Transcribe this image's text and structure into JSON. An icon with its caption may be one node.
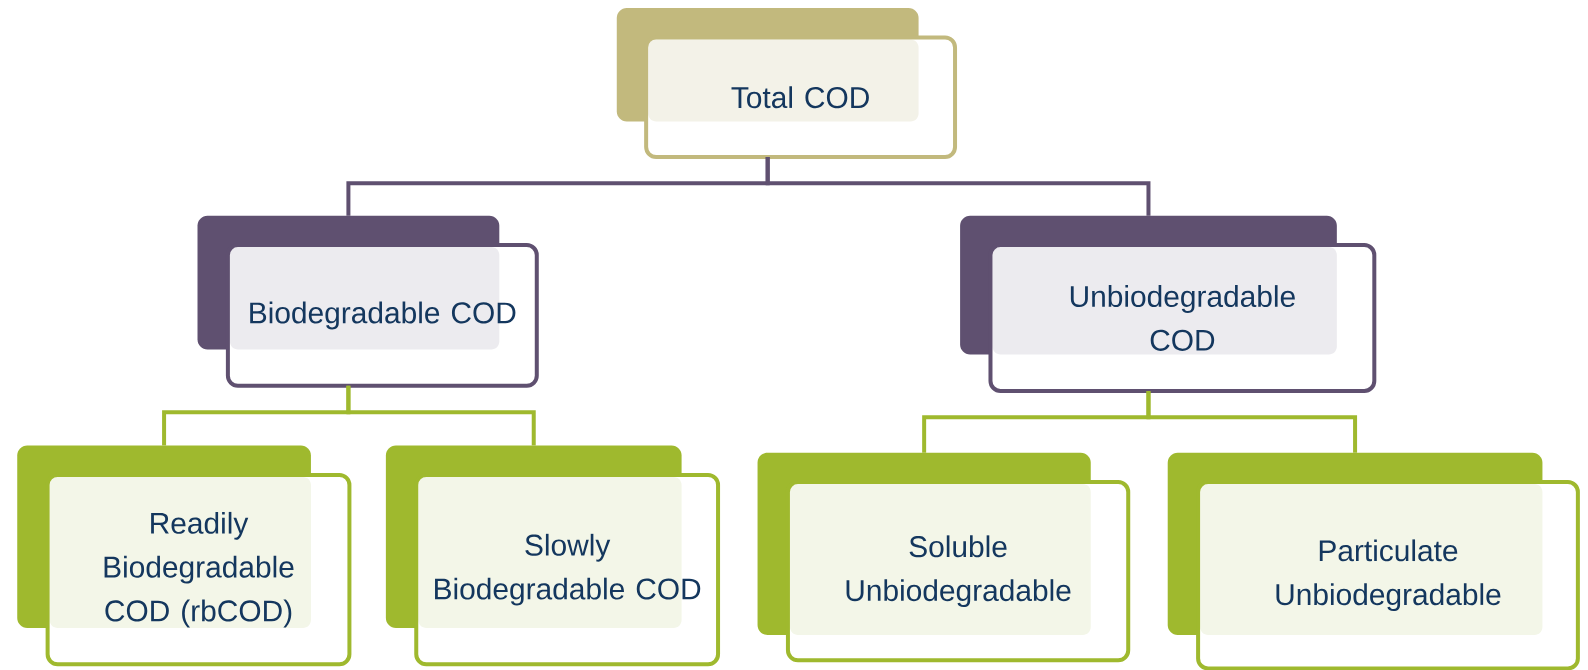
{
  "diagram": {
    "nodes": [
      {
        "text": [
          "Total COD"
        ]
      },
      {
        "text": [
          "Biodegradable COD"
        ]
      },
      {
        "text": [
          "Unbiodegradable COD"
        ]
      },
      {
        "text": [
          "Readily Biodegradable COD (rbCOD)"
        ]
      },
      {
        "text": [
          "Slowly Biodegradable COD"
        ]
      },
      {
        "text": [
          "Soluble Unbiodegradable"
        ]
      },
      {
        "text": [
          "Particulate Unbiodegradable"
        ]
      }
    ],
    "edges": [
      {
        "from": 0,
        "to": 1,
        "arrow": "none",
        "color": "#5f5070"
      },
      {
        "from": 0,
        "to": 2,
        "arrow": "none",
        "color": "#5f5070"
      },
      {
        "from": 1,
        "to": 3,
        "arrow": "none"
      },
      {
        "from": 1,
        "to": 4,
        "arrow": "none"
      },
      {
        "from": 2,
        "to": 5,
        "arrow": "none"
      },
      {
        "from": 2,
        "to": 6,
        "arrow": "none"
      }
    ]
  }
}
